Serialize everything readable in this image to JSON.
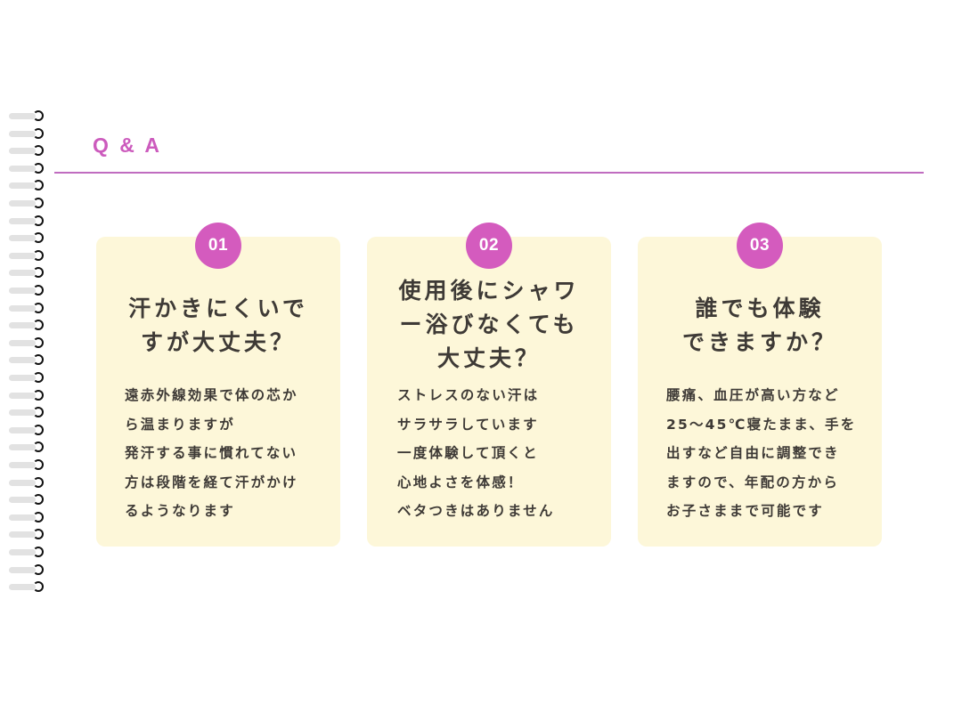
{
  "page": {
    "section_title": "Q & A",
    "accent_color": "#d45bbe",
    "rule_color": "#c06cc0",
    "card_background": "#fdf7d9",
    "spiral_ring_count": 28
  },
  "cards": [
    {
      "number": "01",
      "question_lines": [
        "汗かきにくいで",
        "すが大丈夫？"
      ],
      "answer_lines": [
        "遠赤外線効果で体の芯か",
        "ら温まりますが",
        "発汗する事に慣れてない",
        "方は段階を経て汗がかけ",
        "るようなります"
      ]
    },
    {
      "number": "02",
      "question_lines": [
        "使用後にシャワ",
        "ー浴びなくても",
        "大丈夫？"
      ],
      "answer_lines": [
        "ストレスのない汗は",
        "サラサラしています",
        "一度体験して頂くと",
        "心地よさを体感！",
        "ベタつきはありません"
      ]
    },
    {
      "number": "03",
      "question_lines": [
        "誰でも体験",
        "できますか？"
      ],
      "answer_lines": [
        "腰痛、血圧が高い方など",
        "25～45℃寝たまま、手を",
        "出すなど自由に調整でき",
        "ますので、年配の方から",
        "お子さままで可能です"
      ]
    }
  ]
}
